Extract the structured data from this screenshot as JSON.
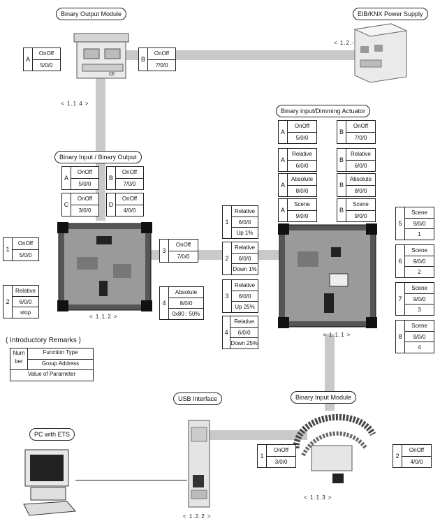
{
  "labels": {
    "binary_output_module": "Binary Output Module",
    "power_supply": "EIB/KNX Power Supply",
    "binary_input_binary_output": "Binary Input / Binary Output",
    "binary_input_dimming_actuator": "Binary input/Dimming Actuator",
    "usb_interface": "USB Interface",
    "binary_input_module": "Binary Input Module",
    "pc_with_ets": "PC with ETS"
  },
  "addresses": {
    "a114": "< 1.1.4 >",
    "a12": "< 1.2.- >",
    "a112": "< 1.1.2 >",
    "a111": "< 1.1.1 >",
    "a113": "< 1.1.3 >",
    "a122": "< 1.2.2 >"
  },
  "objects": {
    "bom_a": {
      "num": "A",
      "type": "OnOff",
      "addr": "5/0/0"
    },
    "bom_b": {
      "num": "B",
      "type": "OnOff",
      "addr": "7/0/0"
    },
    "bibo_a": {
      "num": "A",
      "type": "OnOff",
      "addr": "5/0/0"
    },
    "bibo_b": {
      "num": "B",
      "type": "OnOff",
      "addr": "7/0/0"
    },
    "bibo_c": {
      "num": "C",
      "type": "OnOff",
      "addr": "3/0/0"
    },
    "bibo_d": {
      "num": "D",
      "type": "OnOff",
      "addr": "4/0/0"
    },
    "l1": {
      "num": "1",
      "type": "OnOff",
      "addr": "5/0/0"
    },
    "l2": {
      "num": "2",
      "type": "Relative",
      "addr": "6/0/0",
      "value": "stop"
    },
    "l3": {
      "num": "3",
      "type": "OnOff",
      "addr": "7/0/0"
    },
    "l4": {
      "num": "4",
      "type": "Absolute",
      "addr": "8/0/0",
      "value": "0x80 : 50%"
    },
    "dim_a1": {
      "num": "A",
      "type": "OnOff",
      "addr": "5/0/0"
    },
    "dim_b1": {
      "num": "B",
      "type": "OnOff",
      "addr": "7/0/0"
    },
    "dim_a2": {
      "num": "A",
      "type": "Relative",
      "addr": "6/0/0"
    },
    "dim_b2": {
      "num": "B",
      "type": "Relative",
      "addr": "6/0/0"
    },
    "dim_a3": {
      "num": "A",
      "type": "Absolute",
      "addr": "8/0/0"
    },
    "dim_b3": {
      "num": "B",
      "type": "Absolute",
      "addr": "8/0/0"
    },
    "dim_a4": {
      "num": "A",
      "type": "Scene",
      "addr": "9/0/0"
    },
    "dim_b4": {
      "num": "B",
      "type": "Scene",
      "addr": "9/0/0"
    },
    "m1": {
      "num": "1",
      "type": "Relative",
      "addr": "6/0/0",
      "value": "Up 1%"
    },
    "m2": {
      "num": "2",
      "type": "Relative",
      "addr": "6/0/0",
      "value": "Down 1%"
    },
    "m3": {
      "num": "3",
      "type": "Relative",
      "addr": "6/0/0",
      "value": "Up 25%"
    },
    "m4": {
      "num": "4",
      "type": "Relative",
      "addr": "6/0/0",
      "value": "Down 25%"
    },
    "s5": {
      "num": "5",
      "type": "Scene",
      "addr": "9/0/0",
      "value": "1"
    },
    "s6": {
      "num": "6",
      "type": "Scene",
      "addr": "9/0/0",
      "value": "2"
    },
    "s7": {
      "num": "7",
      "type": "Scene",
      "addr": "9/0/0",
      "value": "3"
    },
    "s8": {
      "num": "8",
      "type": "Scene",
      "addr": "9/0/0",
      "value": "4"
    },
    "bim1": {
      "num": "1",
      "type": "OnOff",
      "addr": "3/0/0"
    },
    "bim2": {
      "num": "2",
      "type": "OnOff",
      "addr": "4/0/0"
    }
  },
  "legend": {
    "title": "( Introductory Remarks )",
    "number": "Num ber",
    "function_type": "Function Type",
    "group_address": "Group Address",
    "value_of_parameter": "Value of Parameter"
  }
}
